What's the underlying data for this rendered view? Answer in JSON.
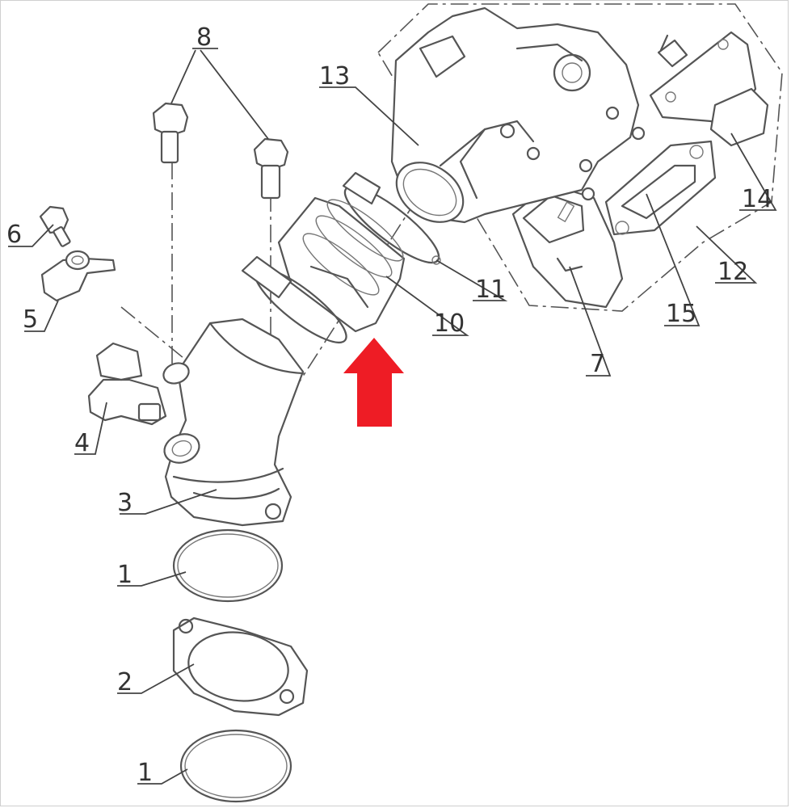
{
  "callouts": {
    "c1a": "1",
    "c1b": "1",
    "c2": "2",
    "c3": "3",
    "c4": "4",
    "c5": "5",
    "c6": "6",
    "c7": "7",
    "c8": "8",
    "c10": "10",
    "c11": "11",
    "c12": "12",
    "c13": "13",
    "c14": "14",
    "c15": "15"
  },
  "colors": {
    "arrow": "#ee1c25",
    "line": "#555555",
    "background": "#ffffff"
  }
}
